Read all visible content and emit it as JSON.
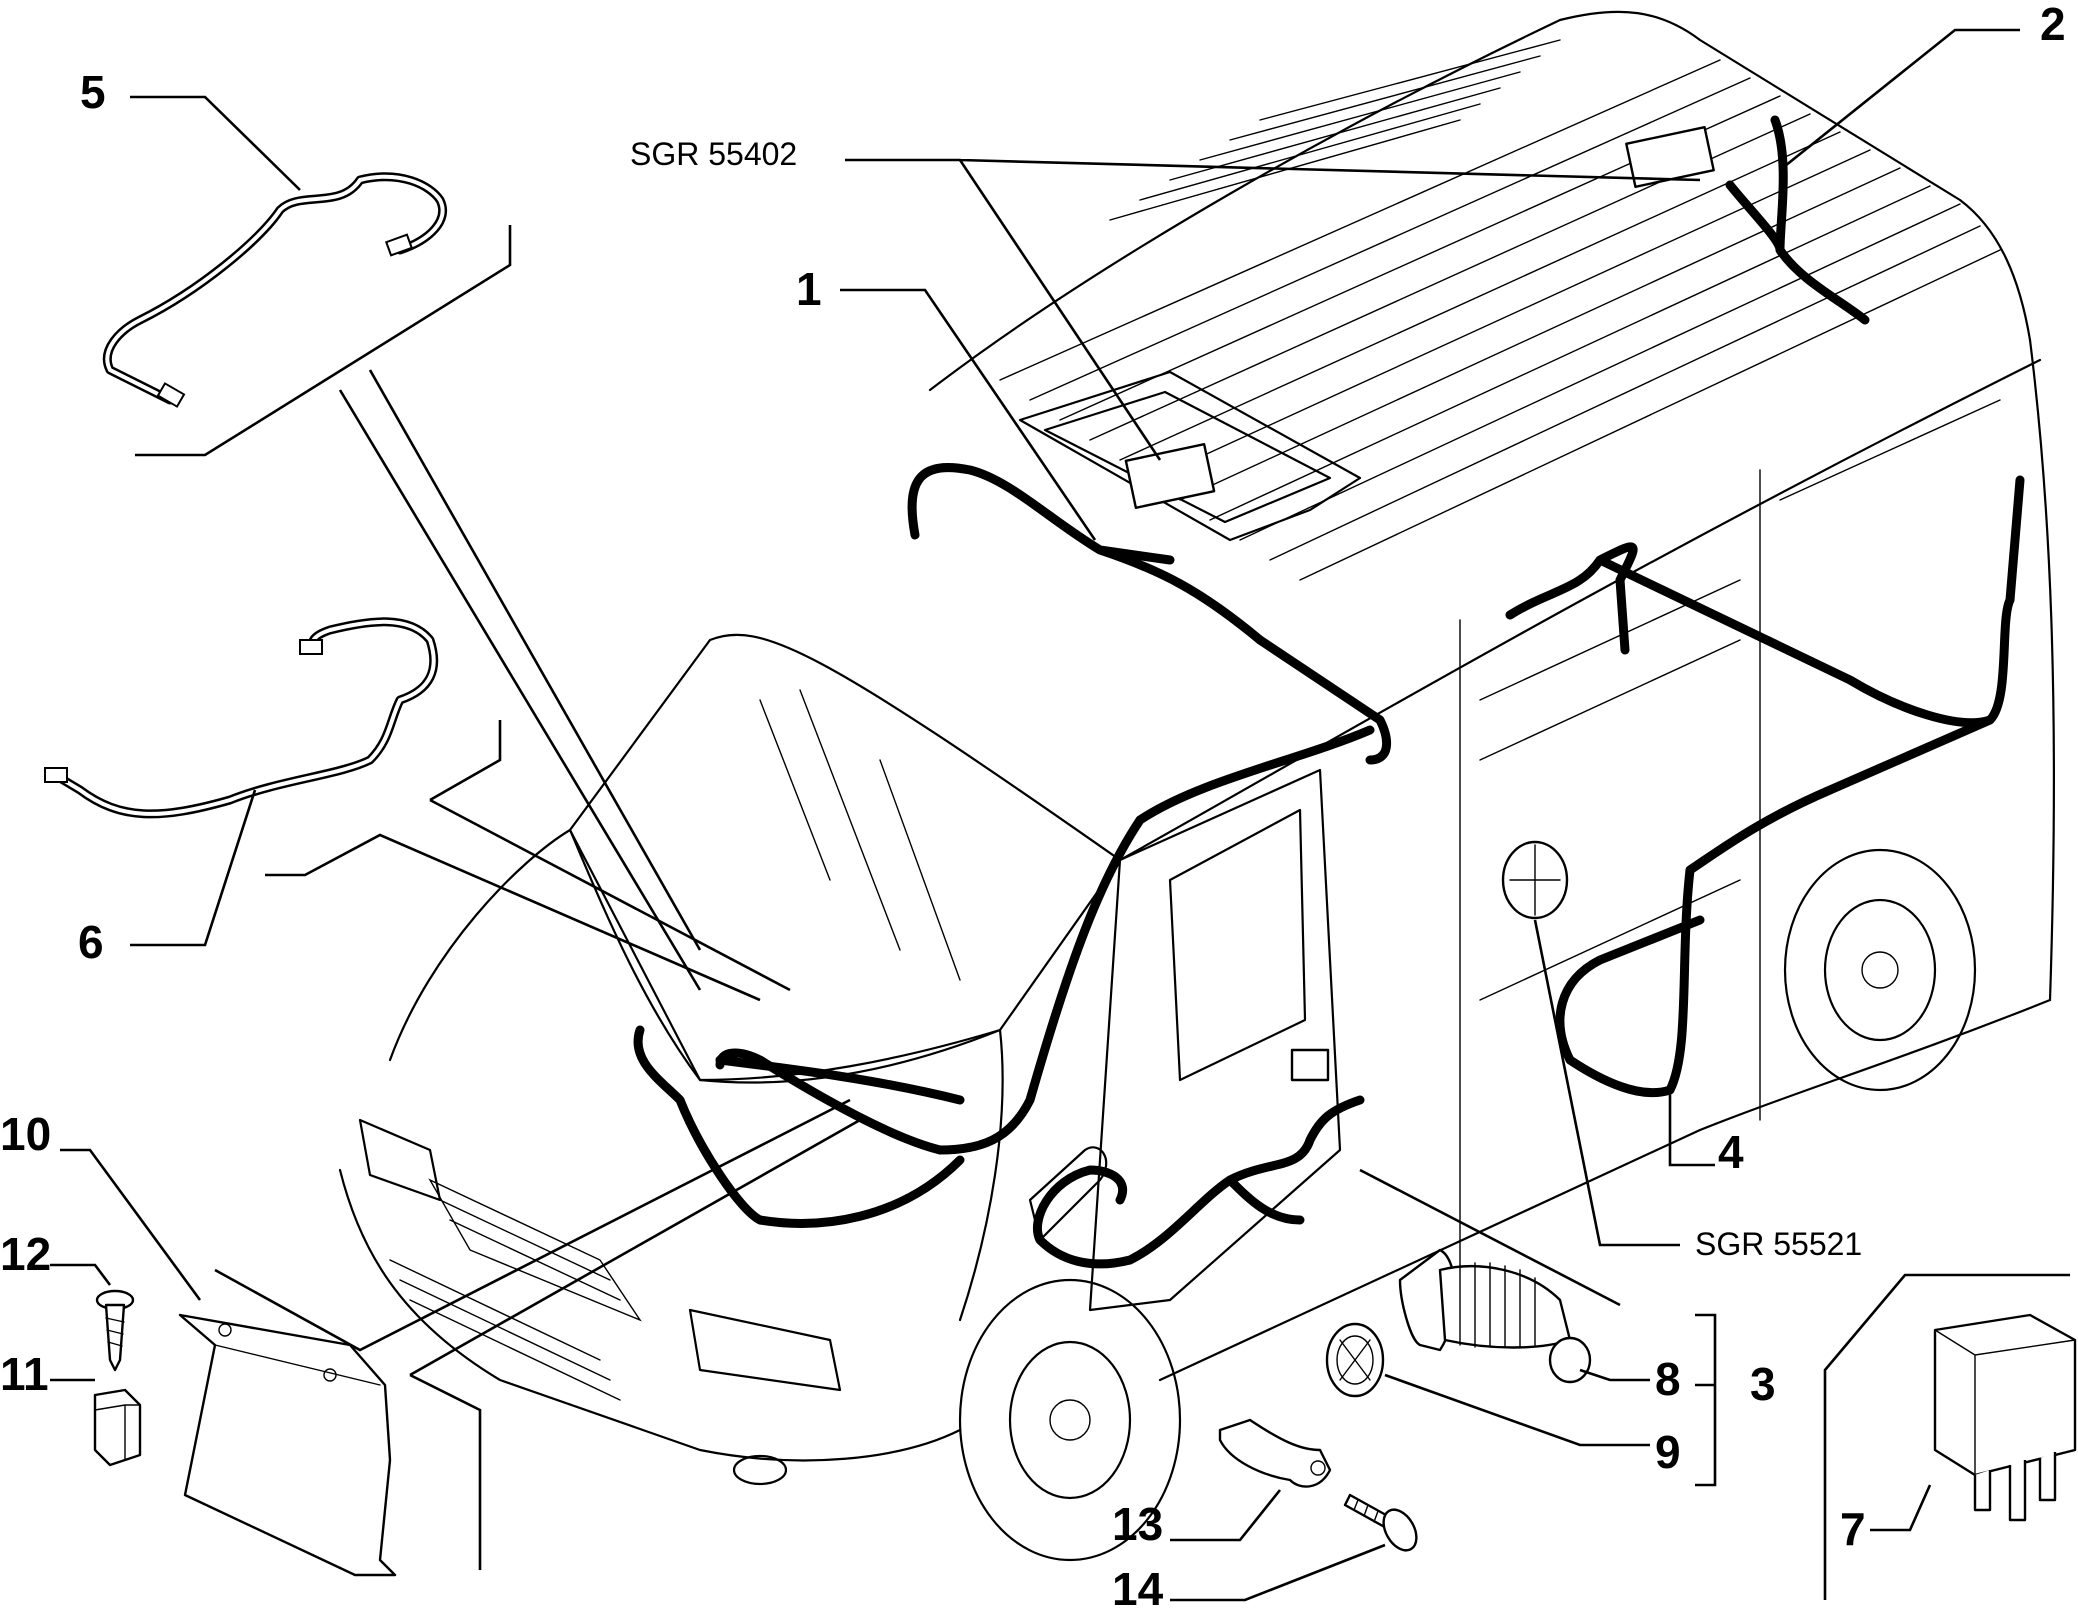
{
  "callouts": [
    {
      "id": "1",
      "text": "1"
    },
    {
      "id": "2",
      "text": "2"
    },
    {
      "id": "3",
      "text": "3"
    },
    {
      "id": "4",
      "text": "4"
    },
    {
      "id": "5",
      "text": "5"
    },
    {
      "id": "6",
      "text": "6"
    },
    {
      "id": "7",
      "text": "7"
    },
    {
      "id": "8",
      "text": "8"
    },
    {
      "id": "9",
      "text": "9"
    },
    {
      "id": "10",
      "text": "10"
    },
    {
      "id": "11",
      "text": "11"
    },
    {
      "id": "12",
      "text": "12"
    },
    {
      "id": "13",
      "text": "13"
    },
    {
      "id": "14",
      "text": "14"
    }
  ],
  "references": [
    {
      "id": "roof",
      "text": "SGR 55402"
    },
    {
      "id": "side",
      "text": "SGR 55521"
    }
  ]
}
